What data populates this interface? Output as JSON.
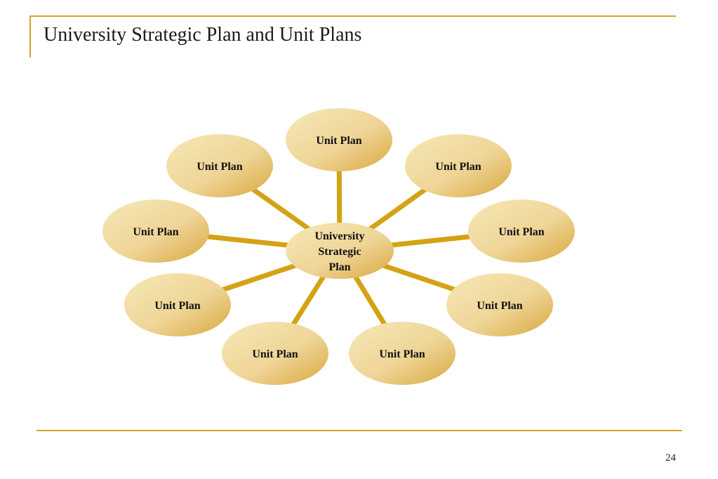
{
  "slide": {
    "title": "University Strategic Plan and Unit Plans",
    "page_number": "24"
  },
  "diagram": {
    "center": {
      "label_lines": [
        "University",
        "Strategic",
        "Plan"
      ]
    },
    "units": [
      {
        "label": "Unit  Plan"
      },
      {
        "label": "Unit Plan"
      },
      {
        "label": "Unit Plan"
      },
      {
        "label": "Unit Plan"
      },
      {
        "label": "Unit Plan"
      },
      {
        "label": "Unit Plan"
      },
      {
        "label": "Unit Plan"
      },
      {
        "label": "Unit Plan"
      },
      {
        "label": "Unit Plan"
      }
    ],
    "colors": {
      "node_light": "#f4e3ae",
      "node_dark": "#d8a73e",
      "connector": "#d4a215",
      "rule": "#d6a52a"
    }
  }
}
